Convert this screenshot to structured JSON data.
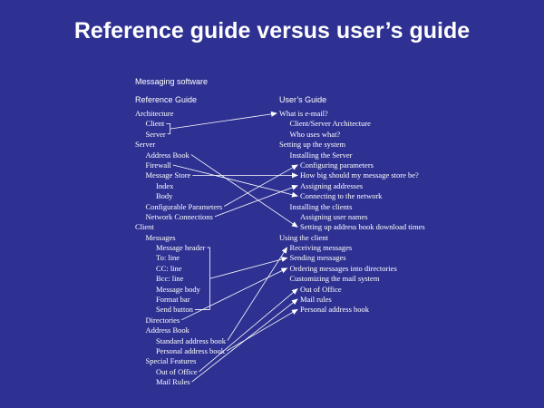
{
  "slide": {
    "title": "Reference guide versus user’s guide",
    "subtitle": "Messaging software",
    "left_heading": "Reference Guide",
    "right_heading": "User’s Guide"
  },
  "left_items": [
    {
      "text": "Architecture",
      "level": 0
    },
    {
      "text": "Client",
      "level": 1
    },
    {
      "text": "Server",
      "level": 1
    },
    {
      "text": "Server",
      "level": 0
    },
    {
      "text": "Address Book",
      "level": 1
    },
    {
      "text": "Firewall",
      "level": 1
    },
    {
      "text": "Message Store",
      "level": 1
    },
    {
      "text": "Index",
      "level": 2
    },
    {
      "text": "Body",
      "level": 2
    },
    {
      "text": "Configurable Parameters",
      "level": 1
    },
    {
      "text": "Network Connections",
      "level": 1
    },
    {
      "text": "Client",
      "level": 0
    },
    {
      "text": "Messages",
      "level": 1
    },
    {
      "text": "Message header",
      "level": 2
    },
    {
      "text": "To: line",
      "level": 2
    },
    {
      "text": "CC: line",
      "level": 2
    },
    {
      "text": "Bcc: line",
      "level": 2
    },
    {
      "text": "Message body",
      "level": 2
    },
    {
      "text": "Format bar",
      "level": 2
    },
    {
      "text": "Send button",
      "level": 2
    },
    {
      "text": "Directories",
      "level": 1
    },
    {
      "text": "Address Book",
      "level": 1
    },
    {
      "text": "Standard address book",
      "level": 2
    },
    {
      "text": "Personal address book",
      "level": 2
    },
    {
      "text": "Special Features",
      "level": 1
    },
    {
      "text": "Out of Office",
      "level": 2
    },
    {
      "text": "Mail Rules",
      "level": 2
    }
  ],
  "right_items": [
    {
      "text": "What is e-mail?",
      "level": 0
    },
    {
      "text": "Client/Server Architecture",
      "level": 1
    },
    {
      "text": "Who uses what?",
      "level": 1
    },
    {
      "text": "Setting up the system",
      "level": 0
    },
    {
      "text": "Installing the Server",
      "level": 1
    },
    {
      "text": "Configuring parameters",
      "level": 2
    },
    {
      "text": "How big should my message store be?",
      "level": 2
    },
    {
      "text": "Assigning addresses",
      "level": 2
    },
    {
      "text": "Connecting to the network",
      "level": 2
    },
    {
      "text": "Installing the clients",
      "level": 1
    },
    {
      "text": "Assigning user names",
      "level": 2
    },
    {
      "text": "Setting up address book download times",
      "level": 2
    },
    {
      "text": "Using the client",
      "level": 0
    },
    {
      "text": "Receiving messages",
      "level": 1
    },
    {
      "text": "Sending messages",
      "level": 1
    },
    {
      "text": "Ordering messages into directories",
      "level": 1
    },
    {
      "text": "Customizing the mail system",
      "level": 1
    },
    {
      "text": "Out of Office",
      "level": 2
    },
    {
      "text": "Mail rules",
      "level": 2
    },
    {
      "text": "Personal address book",
      "level": 2
    }
  ],
  "connections": [
    {
      "from": [
        1,
        2
      ],
      "to": 0
    },
    {
      "from": [
        4
      ],
      "to": 11
    },
    {
      "from": [
        5
      ],
      "to": 8
    },
    {
      "from": [
        6
      ],
      "to": 6
    },
    {
      "from": [
        9
      ],
      "to": 5
    },
    {
      "from": [
        10
      ],
      "to": 7
    },
    {
      "from": [
        13,
        14,
        15,
        16,
        17,
        18,
        19
      ],
      "to": 14
    },
    {
      "from": [
        20
      ],
      "to": 15
    },
    {
      "from": [
        22
      ],
      "to": 13
    },
    {
      "from": [
        23
      ],
      "to": 19
    },
    {
      "from": [
        25
      ],
      "to": 17
    },
    {
      "from": [
        26
      ],
      "to": 18
    }
  ],
  "colors": {
    "background": "#2e3192",
    "text": "#ffffff"
  }
}
